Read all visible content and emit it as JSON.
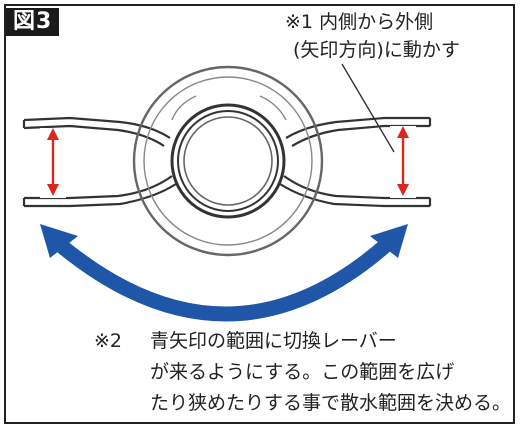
{
  "figure_label": "図3",
  "note1": {
    "marker": "※1",
    "line1": "内側から外側",
    "line2": "(矢印方向)に動かす"
  },
  "note2": {
    "marker": "※2",
    "line1": "青矢印の範囲に切換レーバー",
    "line2": "が来るようにする。この範囲を広げ",
    "line3": "たり狭めたりする事で散水範囲を決める。"
  },
  "colors": {
    "blue_arrow": "#1f56a8",
    "red_arrow": "#d9281e",
    "outline": "#333333"
  },
  "icons": [
    "red-double-arrow-icon",
    "blue-curved-double-arrow-icon"
  ]
}
